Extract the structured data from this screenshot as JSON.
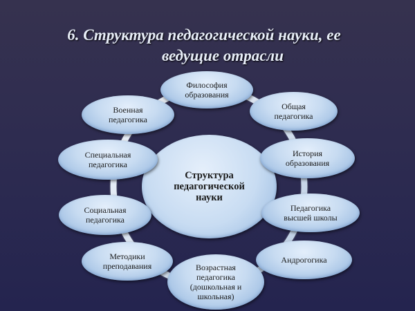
{
  "slide": {
    "title_line1": "6. Структура педагогической науки, ее",
    "title_line2": "ведущие отрасли",
    "colors": {
      "background_top": "#36324f",
      "background_bottom": "#24244f",
      "node_fill": "#c7dbf1",
      "title_text": "#e8eef8"
    }
  },
  "diagram": {
    "center": "Структура\nпедагогической\nнауки",
    "nodes": [
      {
        "id": "philosophy",
        "label": "Философия\nобразования"
      },
      {
        "id": "general",
        "label": "Общая\nпедагогика"
      },
      {
        "id": "history",
        "label": "История\nобразования"
      },
      {
        "id": "higher",
        "label": "Педагогика\nвысшей школы"
      },
      {
        "id": "andragogy",
        "label": "Андрогогика"
      },
      {
        "id": "age",
        "label": "Возрастная\nпедагогика\n(дошкольная и\nшкольная)"
      },
      {
        "id": "methods",
        "label": "Методики\nпреподавания"
      },
      {
        "id": "social",
        "label": "Социальная\nпедагогика"
      },
      {
        "id": "special",
        "label": "Специальная\nпедагогика"
      },
      {
        "id": "military",
        "label": "Военная\nпедагогика"
      }
    ]
  }
}
